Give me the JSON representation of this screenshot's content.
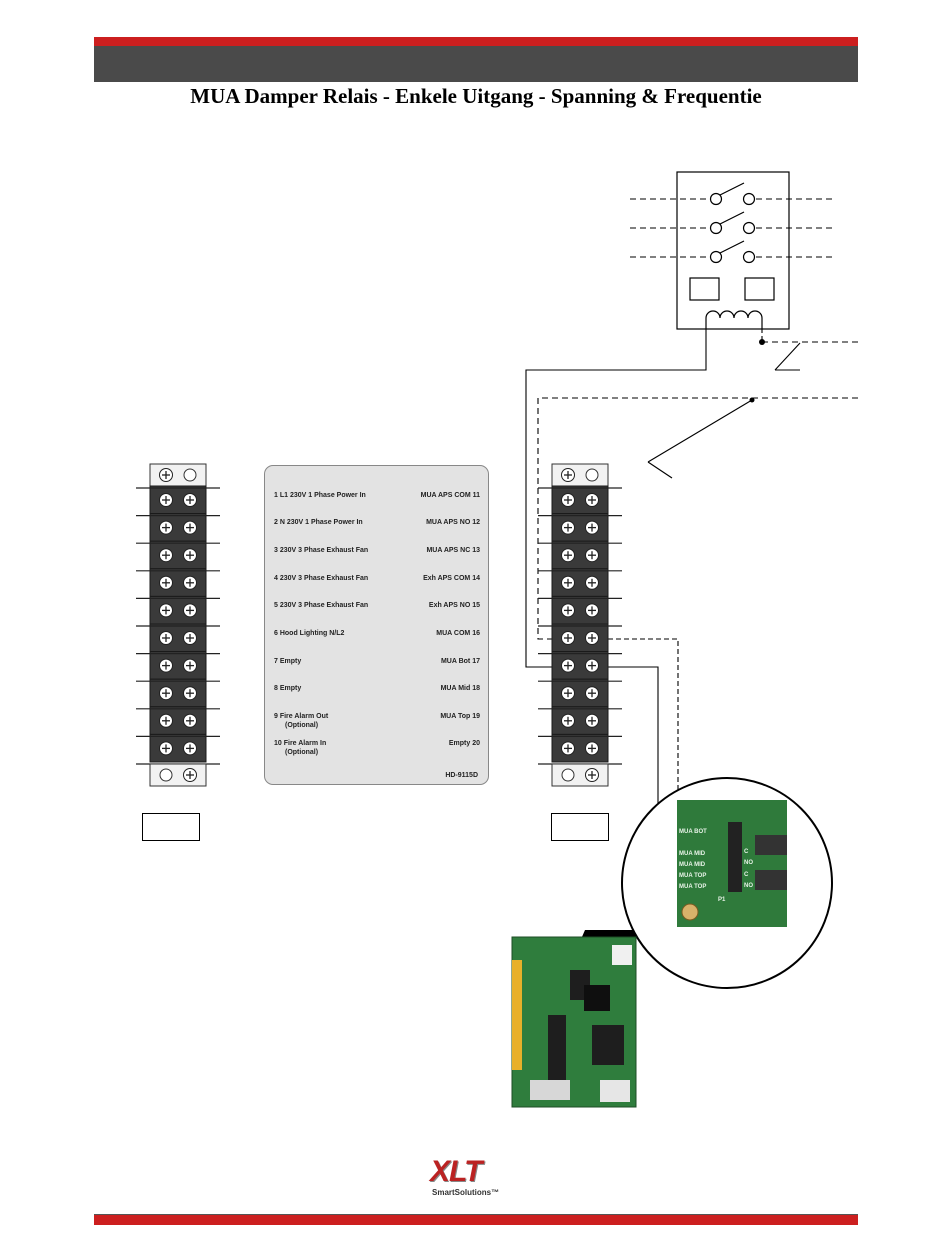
{
  "header": {
    "title": "MUA Damper Relais - Enkele Uitgang - Spanning & Frequentie"
  },
  "legend": {
    "rows": [
      {
        "left": "1   L1 230V 1 Phase Power In",
        "right": "MUA APS COM   11"
      },
      {
        "left": "2   N 230V 1 Phase Power In",
        "right": "MUA APS NO   12"
      },
      {
        "left": "3   230V 3 Phase Exhaust Fan",
        "right": "MUA APS NC   13"
      },
      {
        "left": "4   230V 3 Phase Exhaust Fan",
        "right": "Exh APS COM   14"
      },
      {
        "left": "5   230V 3 Phase Exhaust Fan",
        "right": "Exh APS NO   15"
      },
      {
        "left": "6   Hood Lighting N/L2",
        "right": "MUA COM   16"
      },
      {
        "left": "7   Empty",
        "right": "MUA Bot   17"
      },
      {
        "left": "8   Empty",
        "right": "MUA Mid   18"
      },
      {
        "left": "9   Fire Alarm Out",
        "left2": "(Optional)",
        "right": "MUA Top   19"
      },
      {
        "left": "10   Fire Alarm In",
        "left2": "(Optional)",
        "right": "Empty   20"
      }
    ],
    "model": "HD-9115D"
  },
  "board_labels": {
    "pins": [
      "MUA BOT",
      "MUA MID",
      "MUA MID",
      "MUA TOP",
      "MUA TOP"
    ],
    "contacts": [
      "C",
      "NO",
      "C",
      "NO"
    ],
    "connector": "P1"
  },
  "logo": {
    "brand": "XLT",
    "tagline": "SmartSolutions™"
  },
  "colors": {
    "accent_red": "#cc1f1f",
    "header_gray": "#4a4a4a",
    "legend_bg": "#e3e3e3",
    "terminal_dark": "#3a3a3a"
  }
}
